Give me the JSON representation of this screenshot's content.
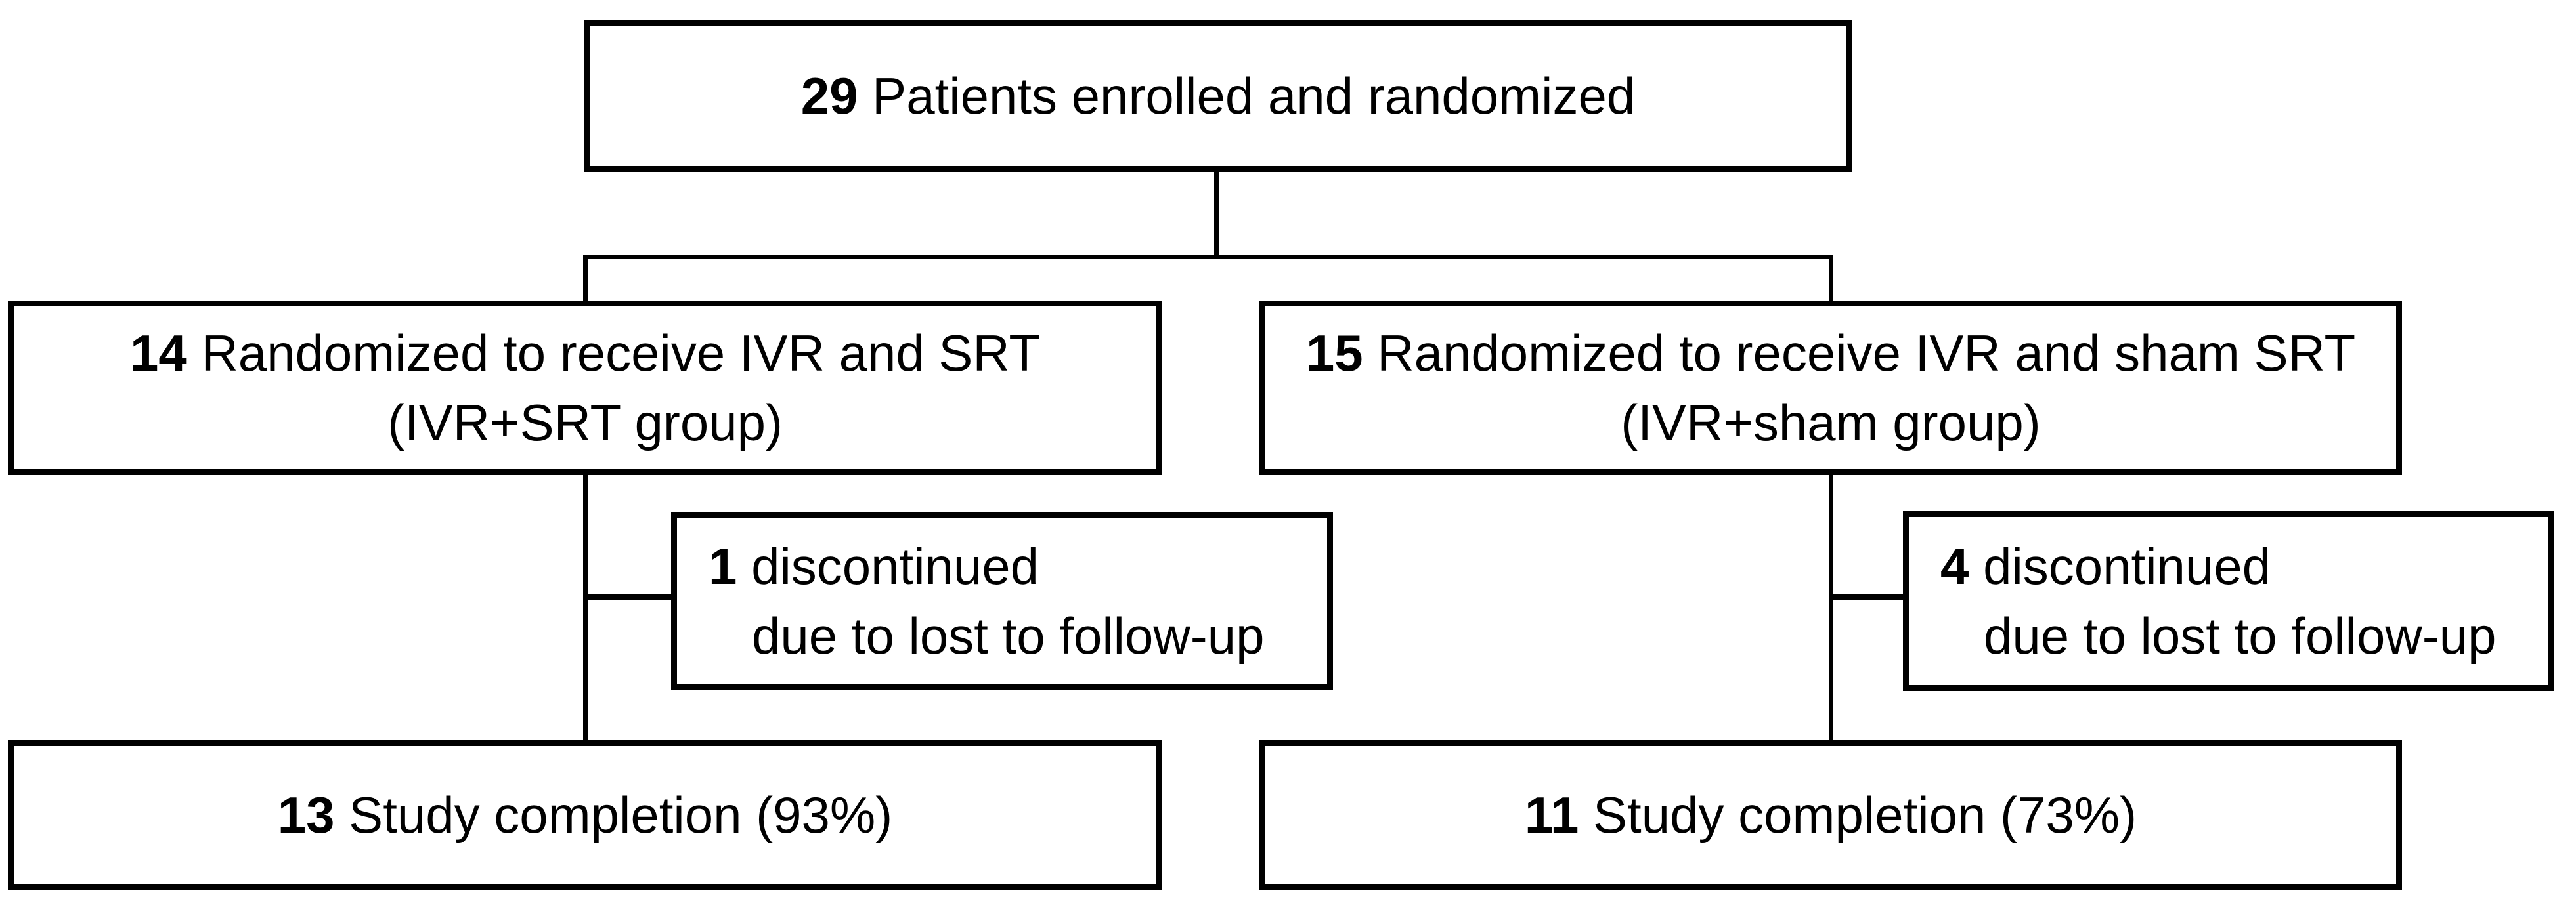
{
  "figure": {
    "background_color": "#ffffff",
    "line_color": "#000000",
    "text_color": "#000000"
  },
  "boxes": {
    "enrollment": {
      "count": "29",
      "label": "Patients enrolled and randomized"
    },
    "left_arm": {
      "randomized": {
        "count": "14",
        "label": "Randomized to receive IVR and SRT",
        "group": "(IVR+SRT group)"
      },
      "discontinued": {
        "count": "1",
        "label": "discontinued",
        "reason": "due to lost to follow-up"
      },
      "completion": {
        "count": "13",
        "label": "Study completion (93%)"
      }
    },
    "right_arm": {
      "randomized": {
        "count": "15",
        "label": "Randomized to receive IVR and sham SRT",
        "group": "(IVR+sham group)"
      },
      "discontinued": {
        "count": "4",
        "label": "discontinued",
        "reason": "due to lost to follow-up"
      },
      "completion": {
        "count": "11",
        "label": "Study completion (73%)"
      }
    }
  }
}
